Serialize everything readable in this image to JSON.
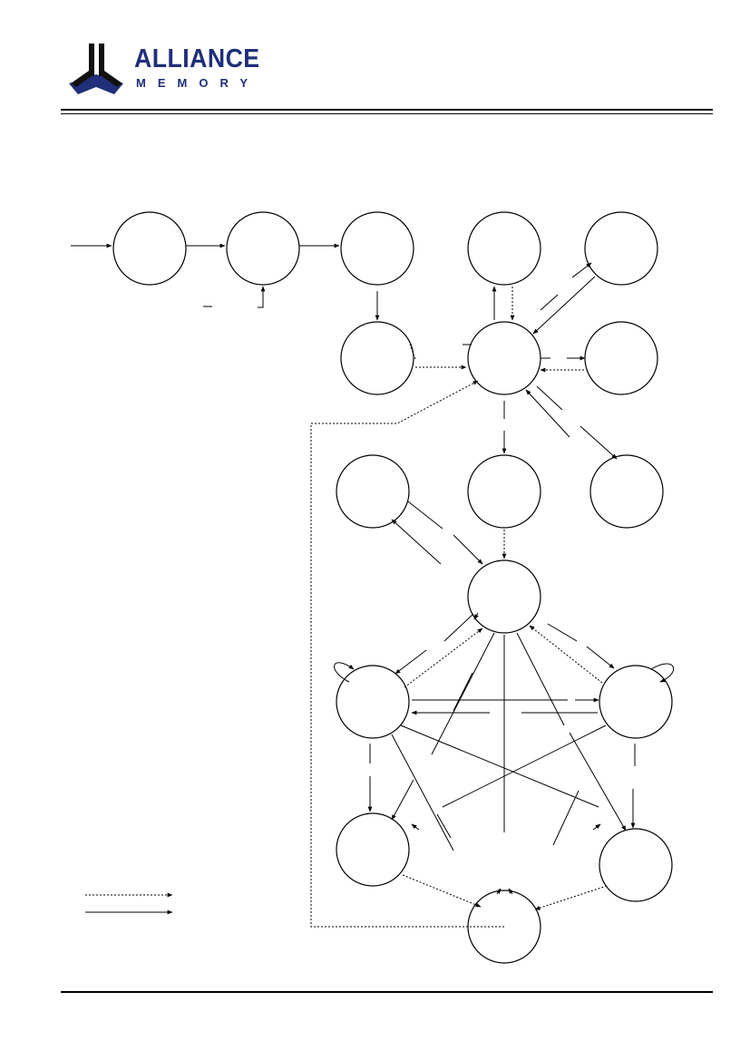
{
  "header": {
    "company_name": "ALLIANCE",
    "company_sub": "MEMORY",
    "brand_color": "#1f2f7a",
    "logo_icon": "alliance-memory-logo-icon"
  },
  "legend": {
    "items": [
      {
        "style": "dotted",
        "meaning": ""
      },
      {
        "style": "solid",
        "meaning": ""
      }
    ]
  }
}
